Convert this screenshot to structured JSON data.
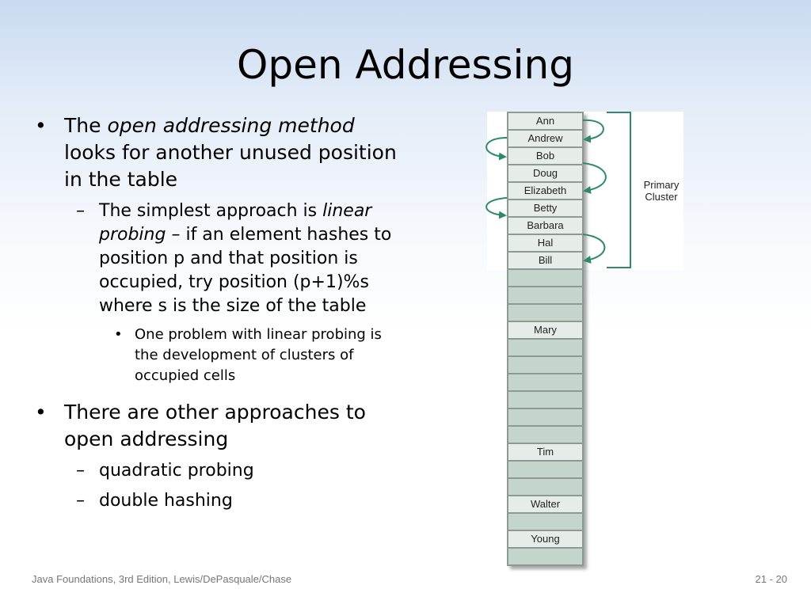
{
  "slide": {
    "title": "Open Addressing",
    "bullet1": {
      "pre": "The ",
      "em": "open addressing method",
      "post": " looks for another unused position in the table"
    },
    "sub1": {
      "pre": "The simplest approach is ",
      "em": "linear probing",
      "post": " – if an element hashes to position p and that position is occupied, try position (p+1)%s where s is the size of the table"
    },
    "subsub1": "One problem with linear probing is the development of clusters of occupied cells",
    "bullet2": "There are other approaches to open addressing",
    "sub2": "quadratic probing",
    "sub3": "double hashing",
    "bullet_glyph": "•",
    "dash_glyph": "–"
  },
  "figure": {
    "cells": [
      "Ann",
      "Andrew",
      "Bob",
      "Doug",
      "Elizabeth",
      "Betty",
      "Barbara",
      "Hal",
      "Bill",
      "",
      "",
      "",
      "Mary",
      "",
      "",
      "",
      "",
      "",
      "",
      "Tim",
      "",
      "",
      "Walter",
      "",
      "Young",
      ""
    ],
    "cluster_label_line1": "Primary",
    "cluster_label_line2": "Cluster",
    "arrow_color": "#2e8a6a"
  },
  "footer": {
    "left": "Java Foundations, 3rd Edition, Lewis/DePasquale/Chase",
    "right": "21 - 20"
  }
}
